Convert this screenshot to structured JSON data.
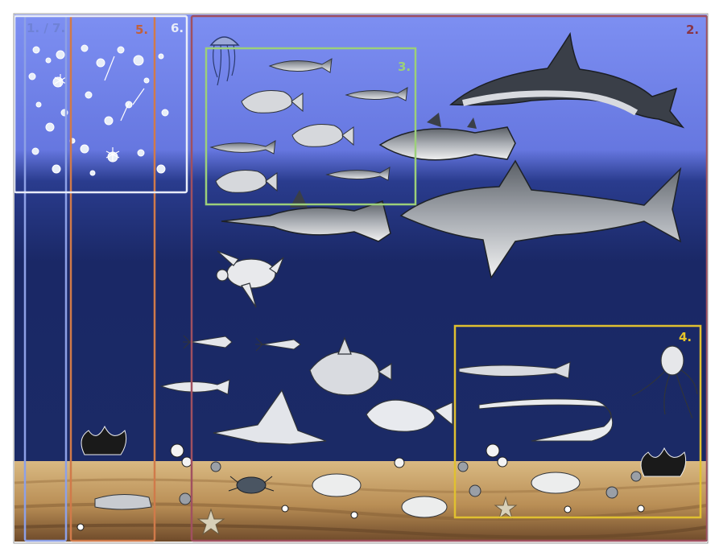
{
  "labels": {
    "box_1_7": "1. / 7.",
    "box_5": "5.",
    "box_6": "6.",
    "box_2": "2.",
    "box_3": "3.",
    "box_4": "4."
  },
  "colors": {
    "surface_water": "#7b8cf0",
    "deep_water": "#1b2a66",
    "sand": "#c9a56a",
    "sand_dark": "#7a5a33",
    "box_1_7": "#8da0e6",
    "box_5": "#d07a4a",
    "box_6": "#e8ecf8",
    "box_2": "#a05060",
    "box_3": "#9ccf7a",
    "box_4": "#e0c030",
    "box_1_7_text": "#6f82d6",
    "box_5_text": "#c2603a",
    "box_6_text": "#e8ecf8",
    "box_2_text": "#8a3545",
    "box_3_text": "#9ccf7a",
    "box_4_text": "#e6c42a"
  },
  "organisms": [
    "plankton",
    "jellyfish",
    "sardine",
    "wrasse",
    "dolphin",
    "tuna",
    "swordfish",
    "great-white-shark",
    "sea-turtle",
    "squid",
    "john-dory",
    "ray",
    "scorpionfish",
    "lancetfish",
    "hairtail",
    "octopus",
    "coral",
    "crab",
    "flatfish",
    "lobster",
    "starfish",
    "shell"
  ]
}
